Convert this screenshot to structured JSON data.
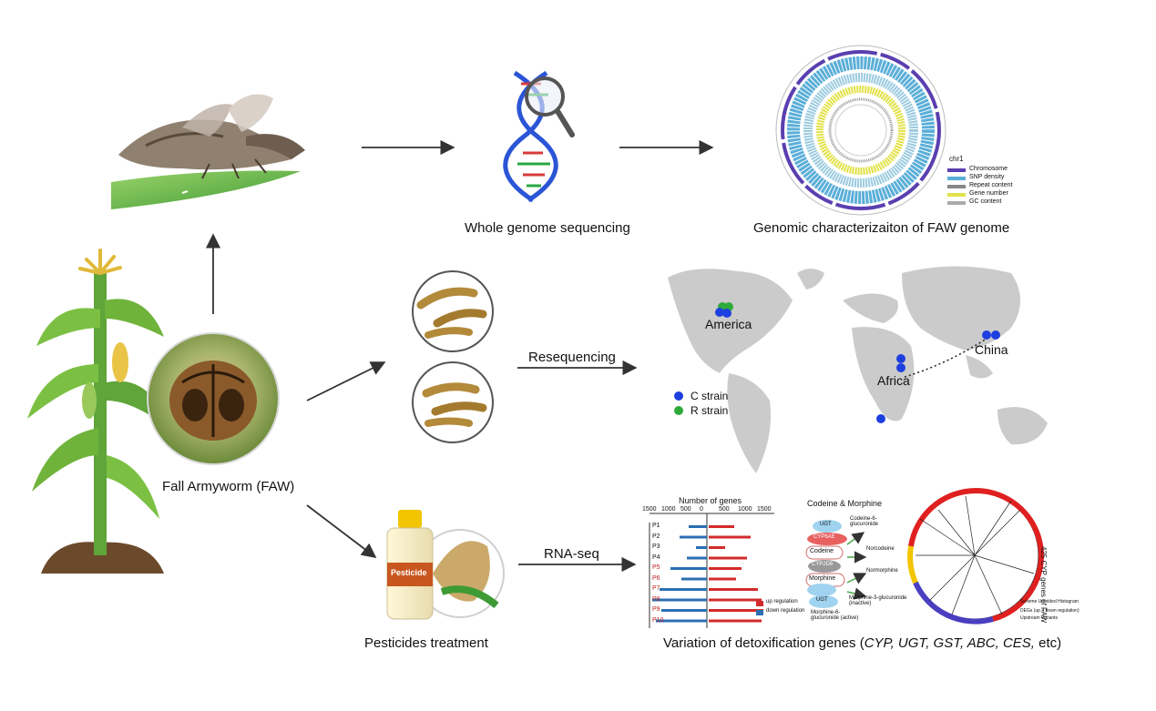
{
  "labels": {
    "wgs": "Whole genome sequencing",
    "genomic": "Genomic characterizaiton of FAW genome",
    "faw": "Fall Armyworm (FAW)",
    "resequencing": "Resequencing",
    "rnaseq": "RNA-seq",
    "pesticides": "Pesticides treatment",
    "variation_prefix": "Variation  of detoxification genes (",
    "variation_genes": "CYP, UGT, GST, ABC, CES,",
    "variation_suffix": " etc)",
    "pesticide_bottle": "Pesticide"
  },
  "map": {
    "america": "America",
    "africa": "Africa",
    "china": "China",
    "c_strain": "C strain",
    "r_strain": "R strain",
    "c_color": "#1e3fe0",
    "r_color": "#2eaa3a"
  },
  "circos_legend": {
    "title": "chr1",
    "items": [
      "Chromosome",
      "SNP density",
      "Repeat content",
      "Gene number",
      "GC content"
    ]
  },
  "bar_panel": {
    "title": "Number of genes",
    "axis_ticks": [
      "1500",
      "1000",
      "500",
      "0",
      "500",
      "1000",
      "1500"
    ],
    "rows": [
      "P1",
      "P2",
      "P3",
      "P4",
      "P5",
      "P6",
      "P7",
      "P8",
      "P9",
      "P10"
    ],
    "legend_up": "up regulation",
    "legend_down": "down regulation"
  },
  "pathway": {
    "title": "Codeine & Morphine",
    "ugt1": "UGT",
    "ugt2": "UGT",
    "cyp": "CYP6AE",
    "codeine": "Codeine",
    "cyp2d6": "CYP2D6",
    "morphine": "Morphine",
    "codeine6g": "Codeine-6-glucuronide",
    "norcodeine": "Norcodeine",
    "normorphine": "Normorphine",
    "m3g": "Morphine-3-glucuronide (inactive)",
    "m6g": "Morphine-6-glucuronide (active)"
  },
  "cyp_circle": {
    "label": "425 CYP genes of FAW",
    "legend_title": "Scheme Unfolded Histogram",
    "legend_item1": "DEGs (up + down regulation)",
    "legend_item2": "Upstream Variants"
  }
}
